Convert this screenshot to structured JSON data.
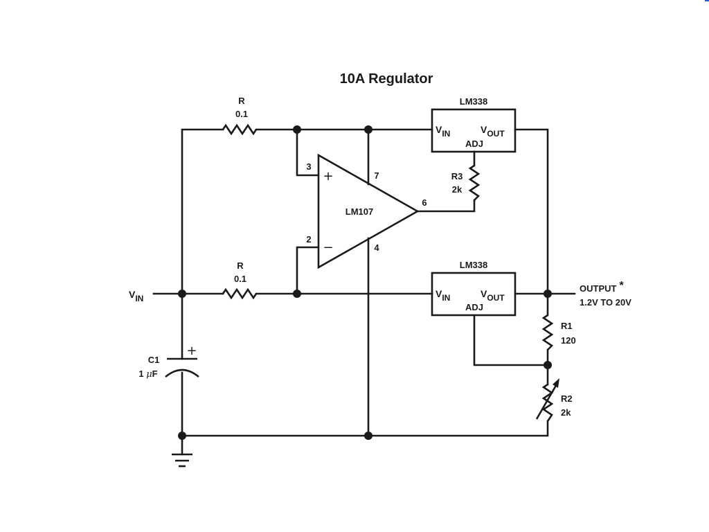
{
  "title": "10A Regulator",
  "colors": {
    "ink": "#1a1a1a",
    "background": "#ffffff"
  },
  "vin": {
    "main": "V",
    "sub": "IN"
  },
  "resistor_top": {
    "name": "R",
    "value": "0.1"
  },
  "resistor_bottom": {
    "name": "R",
    "value": "0.1"
  },
  "opamp": {
    "name": "LM107",
    "pins": {
      "noninv": "3",
      "inv": "2",
      "vplus": "7",
      "vminus": "4",
      "out": "6"
    },
    "plus_sign": "+",
    "minus_sign": "−"
  },
  "reg_top": {
    "name": "LM338",
    "vin_main": "V",
    "vin_sub": "IN",
    "vout_main": "V",
    "vout_sub": "OUT",
    "adj": "ADJ"
  },
  "reg_bottom": {
    "name": "LM338",
    "vin_main": "V",
    "vin_sub": "IN",
    "vout_main": "V",
    "vout_sub": "OUT",
    "adj": "ADJ"
  },
  "r3": {
    "name": "R3",
    "value": "2k"
  },
  "r1": {
    "name": "R1",
    "value": "120"
  },
  "r2": {
    "name": "R2",
    "value": "2k"
  },
  "c1": {
    "name": "C1",
    "value_num": "1 ",
    "value_mu": "μ",
    "value_unit": "F",
    "polarity": "+"
  },
  "output": {
    "label": "OUTPUT",
    "asterisk": "*",
    "range": "1.2V TO 20V"
  }
}
